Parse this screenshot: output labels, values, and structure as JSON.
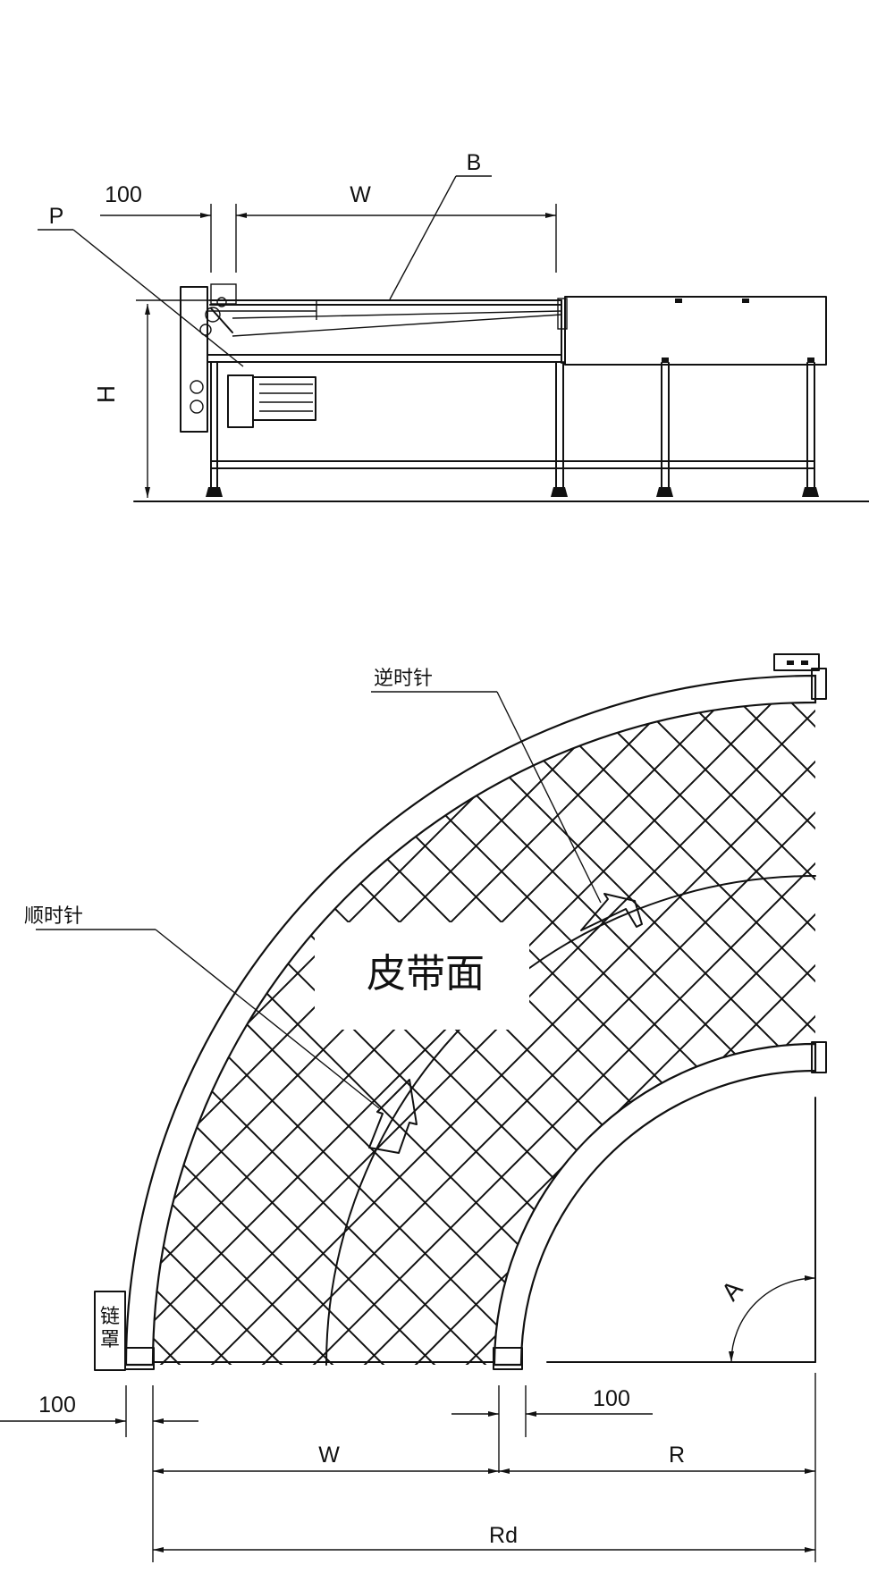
{
  "side_view": {
    "label_100": "100",
    "label_w": "W",
    "label_b": "B",
    "label_p": "P",
    "label_h": "H"
  },
  "plan_view": {
    "ccw_label": "逆时针",
    "cw_label": "顺时针",
    "belt_surface_label": "皮带面",
    "chain_guard_label": "链罩",
    "angle_label": "A",
    "dim_100_left": "100",
    "dim_100_right": "100",
    "dim_w": "W",
    "dim_r": "R",
    "dim_rd": "Rd"
  },
  "colors": {
    "line": "#111111",
    "background": "#ffffff"
  }
}
